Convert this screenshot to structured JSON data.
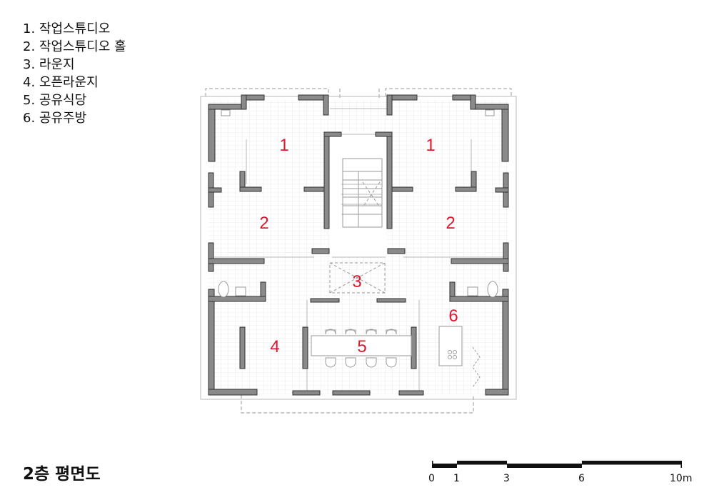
{
  "legend": [
    "1. 작업스튜디오",
    "2. 작업스튜디오 홀",
    "3. 라운지",
    "4. 오픈라운지",
    "5. 공유식당",
    "6. 공유주방"
  ],
  "title": "2층 평면도",
  "room_labels": {
    "studio_nw": "1",
    "studio_ne": "1",
    "hall_w": "2",
    "hall_e": "2",
    "lounge": "3",
    "open_lounge": "4",
    "dining": "5",
    "kitchen": "6"
  },
  "scale_bar": {
    "ticks": [
      "0",
      "1",
      "3",
      "6",
      "10m"
    ]
  },
  "colors": {
    "label": "#e0182d",
    "wall": "#8a8a8a",
    "wall_stroke": "#333333"
  }
}
